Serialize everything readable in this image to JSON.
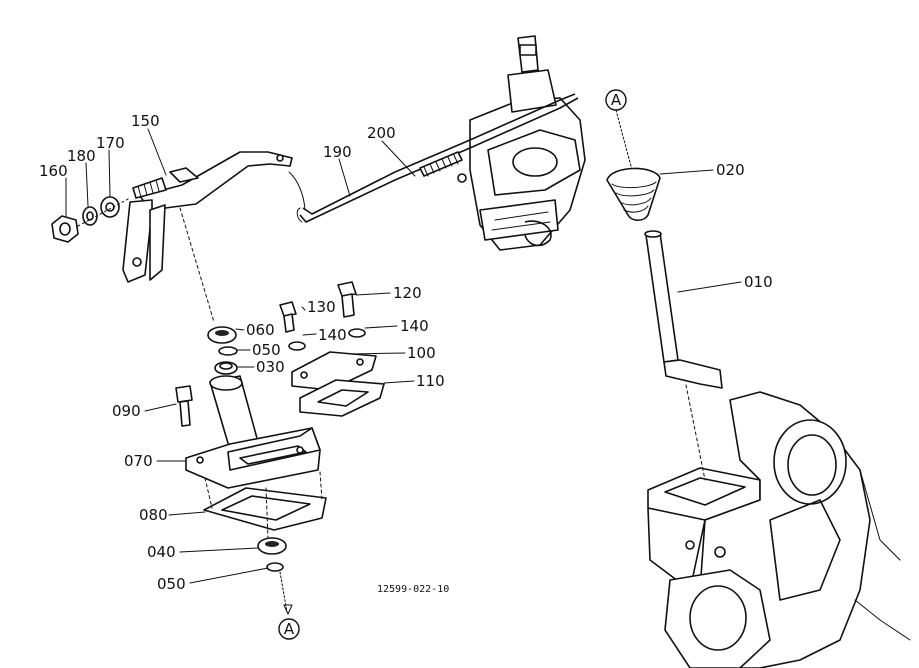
{
  "labels": {
    "p010": "010",
    "p020": "020",
    "p030": "030",
    "p040": "040",
    "p050a": "050",
    "p050b": "050",
    "p060": "060",
    "p070": "070",
    "p080": "080",
    "p090": "090",
    "p100": "100",
    "p110": "110",
    "p120": "120",
    "p130": "130",
    "p140a": "140",
    "p140b": "140",
    "p150": "150",
    "p160": "160",
    "p170": "170",
    "p180": "180",
    "p190": "190",
    "p200": "200",
    "refA_top": "A",
    "refA_bottom": "A"
  },
  "drawing_code": "12599-022-10"
}
